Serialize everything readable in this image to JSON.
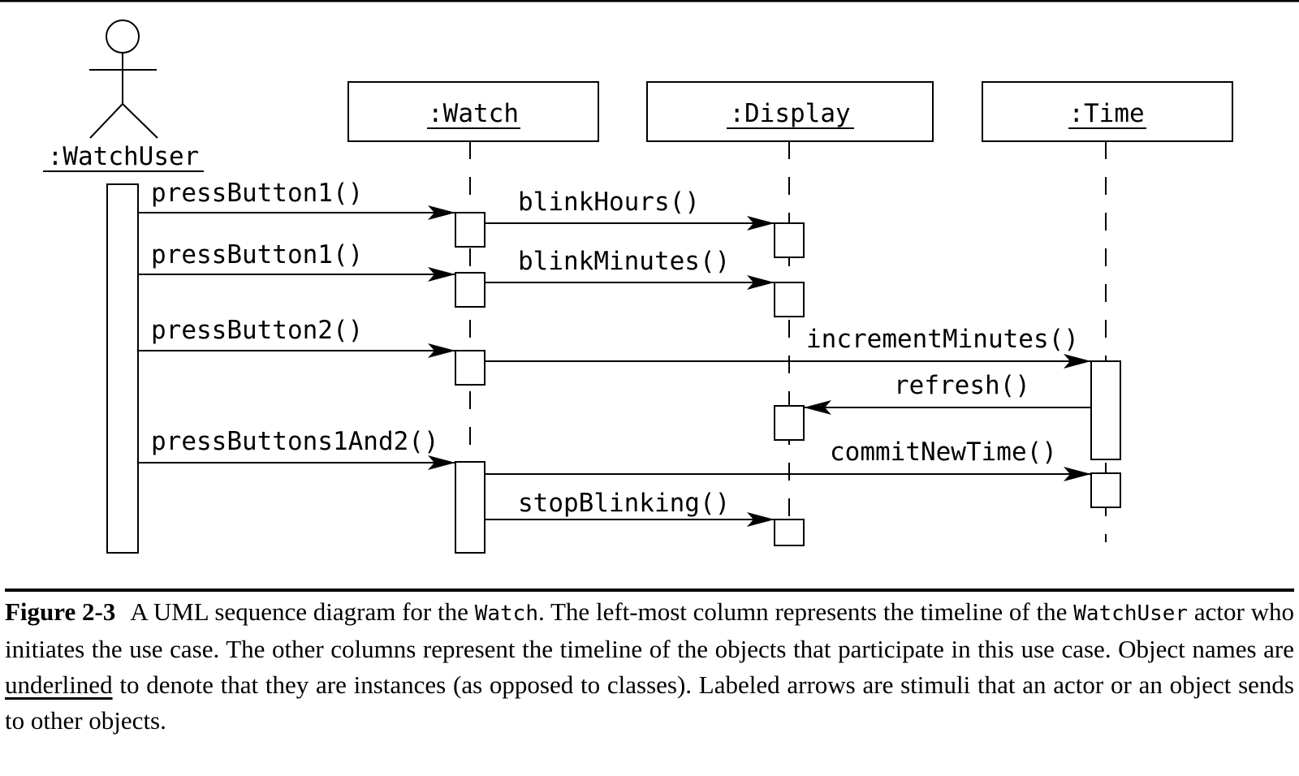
{
  "diagram": {
    "actor": {
      "label": ":WatchUser"
    },
    "objects": [
      {
        "id": "watch",
        "label": ":Watch"
      },
      {
        "id": "display",
        "label": ":Display"
      },
      {
        "id": "time",
        "label": ":Time"
      }
    ],
    "messages": [
      {
        "from": "watchuser",
        "to": "watch",
        "label": "pressButton1()"
      },
      {
        "from": "watch",
        "to": "display",
        "label": "blinkHours()"
      },
      {
        "from": "watchuser",
        "to": "watch",
        "label": "pressButton1()"
      },
      {
        "from": "watch",
        "to": "display",
        "label": "blinkMinutes()"
      },
      {
        "from": "watchuser",
        "to": "watch",
        "label": "pressButton2()"
      },
      {
        "from": "watch",
        "to": "time",
        "label": "incrementMinutes()"
      },
      {
        "from": "time",
        "to": "display",
        "label": "refresh()"
      },
      {
        "from": "watchuser",
        "to": "watch",
        "label": "pressButtons1And2()"
      },
      {
        "from": "watch",
        "to": "time",
        "label": "commitNewTime()"
      },
      {
        "from": "watch",
        "to": "display",
        "label": "stopBlinking()"
      }
    ]
  },
  "caption": {
    "figure_label": "Figure 2-3",
    "t1": "A UML sequence diagram for the ",
    "c1": "Watch",
    "t2": ". The left-most column represents the timeline of the ",
    "c2": "WatchUser",
    "t3": " actor who initiates the use case. The other columns represent the timeline of the objects that participate in this use case. Object names are ",
    "u1": "underlined",
    "t4": " to denote that they are instances (as opposed to classes). Labeled arrows are stimuli that an actor or an object sends to other objects."
  }
}
